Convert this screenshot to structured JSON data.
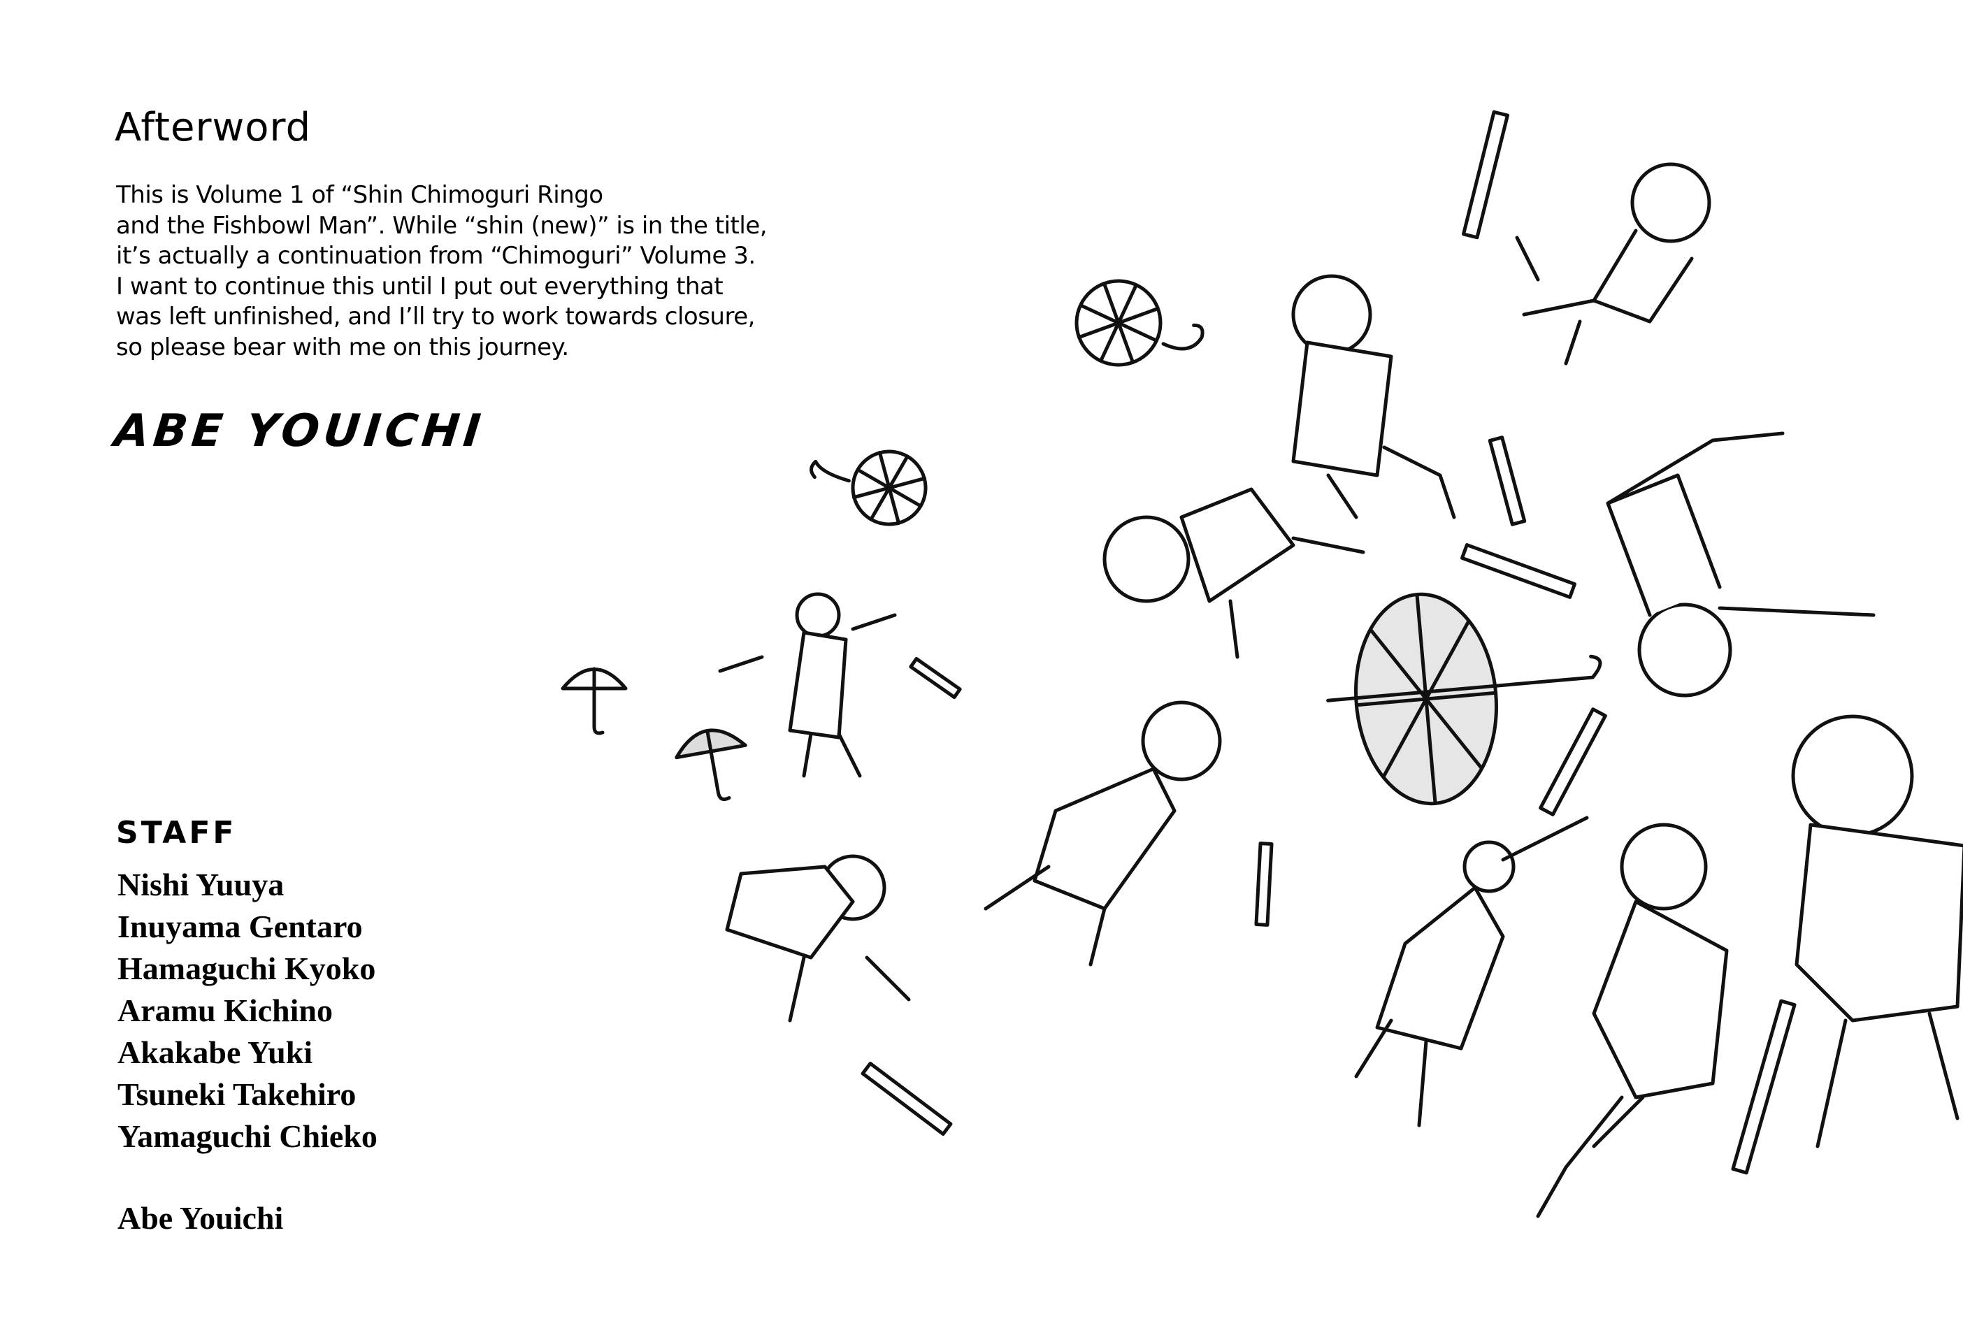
{
  "afterword": {
    "title": "Afterword",
    "lines": [
      "This is Volume 1 of “Shin Chimoguri Ringo",
      "and the Fishbowl Man”. While “shin (new)” is in the title,",
      "it’s actually a continuation from “Chimoguri” Volume 3.",
      "I want to continue this until I put out everything that",
      "was left unfinished, and I’ll try to work towards closure,",
      "so please bear with me on this journey."
    ],
    "signature": "ABE YOUICHI"
  },
  "staff": {
    "heading": "STAFF",
    "members": [
      "Nishi Yuuya",
      "Inuyama Gentaro",
      "Hamaguchi Kyoko",
      "Aramu Kichino",
      "Akakabe Yuki",
      "Tsuneki Takehiro",
      "Yamaguchi Chieko"
    ],
    "author": "Abe Youichi"
  }
}
